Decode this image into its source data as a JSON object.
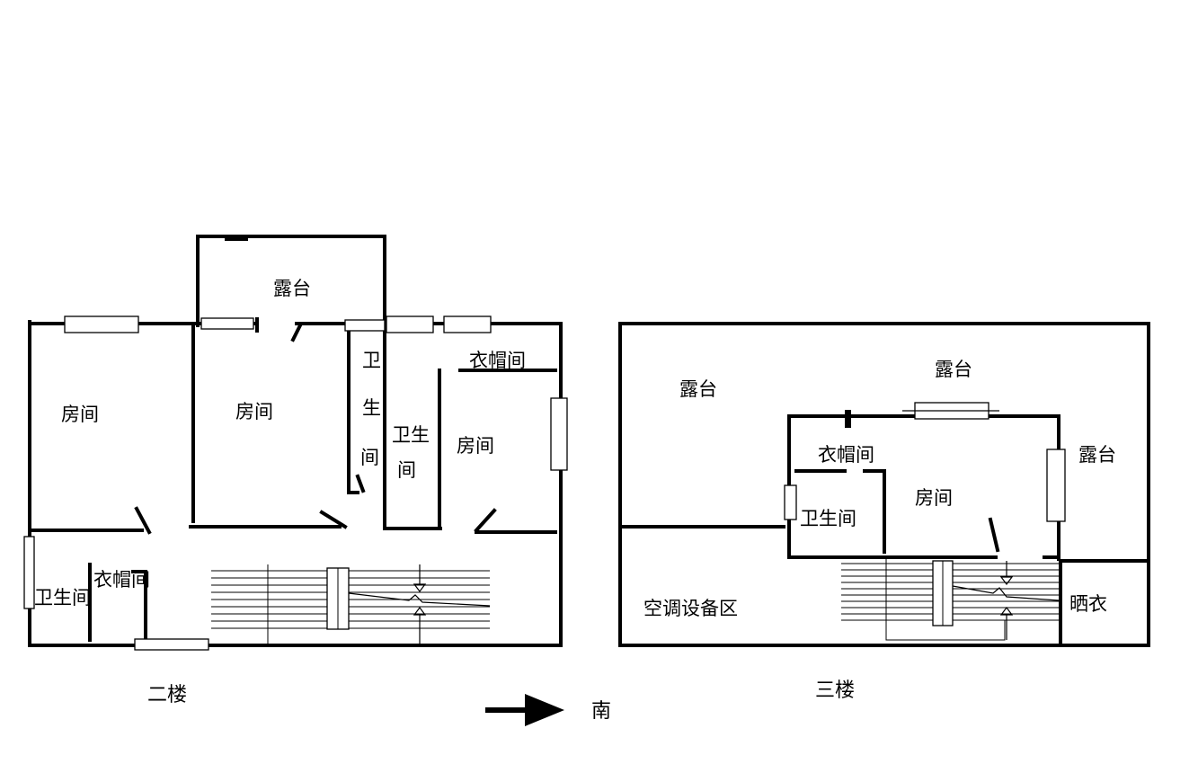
{
  "floor2": {
    "caption": "二楼",
    "terrace": "露台",
    "room_west": "房间",
    "room_middle": "房间",
    "room_east": "房间",
    "bath_narrow_1": "卫",
    "bath_narrow_2": "生",
    "bath_narrow_3": "间",
    "bath_center_1": "卫生",
    "bath_center_2": "间",
    "closet_east": "衣帽间",
    "bath_southwest": "卫生间",
    "closet_southwest": "衣帽间"
  },
  "floor3": {
    "caption": "三楼",
    "terrace_west": "露台",
    "terrace_north": "露台",
    "terrace_east": "露台",
    "closet": "衣帽间",
    "room": "房间",
    "bath": "卫生间",
    "ac_area": "空调设备区",
    "drying": "晒衣"
  },
  "compass": {
    "label": "南"
  }
}
